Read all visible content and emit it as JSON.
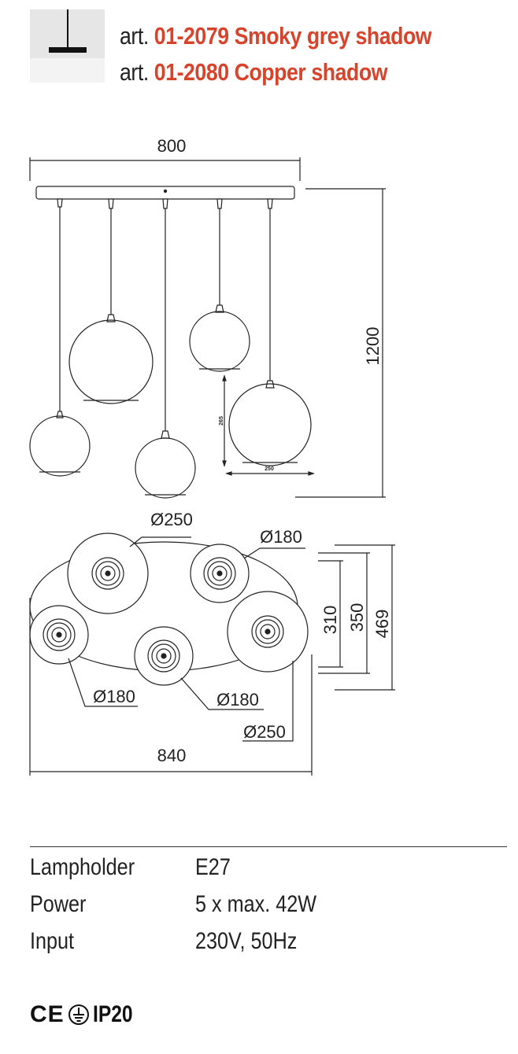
{
  "header": {
    "articles": [
      {
        "prefix": "art.",
        "code": "01-2079",
        "name": "Smoky grey shadow"
      },
      {
        "prefix": "art.",
        "code": "01-2080",
        "name": "Copper shadow"
      }
    ]
  },
  "front_view": {
    "width_label": "800",
    "height_label": "1200",
    "globe_height_label": "265",
    "globe_width_label": "250"
  },
  "top_view": {
    "diameters": [
      "Ø250",
      "Ø180",
      "Ø180",
      "Ø180",
      "Ø250"
    ],
    "depth_labels": [
      "310",
      "350",
      "469"
    ],
    "width_label": "840"
  },
  "specs": [
    {
      "label": "Lampholder",
      "value": "E27"
    },
    {
      "label": "Power",
      "value": "5 x max. 42W"
    },
    {
      "label": "Input",
      "value": "230V, 50Hz"
    }
  ],
  "certifications": {
    "ce": "CE",
    "ip": "IP20",
    "icons": [
      "ce-mark-icon",
      "earth-ground-icon"
    ]
  },
  "colors": {
    "accent": "#d8432b",
    "line": "#222222"
  }
}
